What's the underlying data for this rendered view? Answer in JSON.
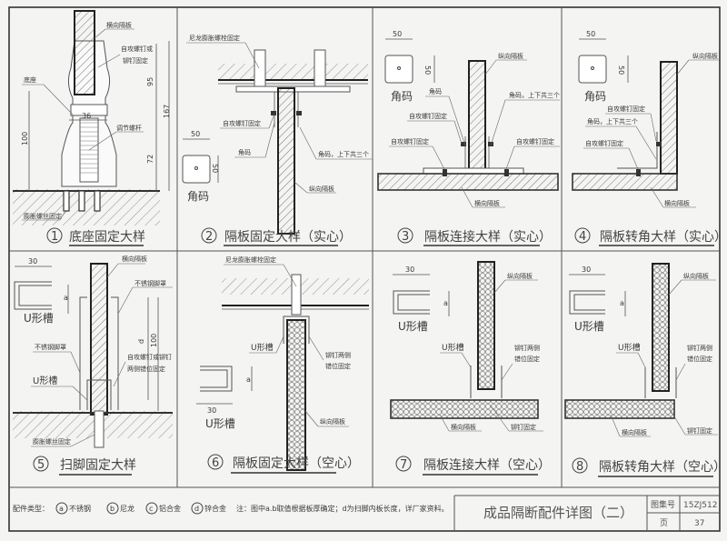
{
  "sheet": {
    "title": "成品隔断配件详图（二）",
    "atlas_label": "图集号",
    "atlas_no": "15ZJ512",
    "page_label": "页",
    "page_no": "37"
  },
  "legend": {
    "prefix": "配件类型：",
    "items": [
      {
        "symbol": "a",
        "label": "不锈钢"
      },
      {
        "symbol": "b",
        "label": "尼龙"
      },
      {
        "symbol": "c",
        "label": "铝合金"
      },
      {
        "symbol": "d",
        "label": "锌合金"
      }
    ],
    "note": "注：图中a.b取值根据板厚确定；d为扫脚内板长度，详厂家资料。"
  },
  "details": [
    {
      "num": "1",
      "caption": "底座固定大样",
      "labels": {
        "panel": "横向隔板",
        "screw": "自攻螺钉或",
        "screw2": "铆钉固定",
        "base": "底座",
        "rod": "调节螺杆",
        "anchor": "膨胀螺丝固定"
      },
      "dims": {
        "width": "36",
        "h1": "95",
        "h2": "167",
        "h3": "72",
        "h4": "100"
      }
    },
    {
      "num": "2",
      "caption": "隔板固定大样（实心）",
      "labels": {
        "anchor": "尼龙膨胀螺栓固定",
        "screw": "自攻螺钉固定",
        "corner": "角码",
        "corner3": "角码，上下共三个",
        "panel": "纵向隔板",
        "corner_title": "角码"
      },
      "dims": {
        "w": "50",
        "h": "50"
      }
    },
    {
      "num": "3",
      "caption": "隔板连接大样（实心）",
      "labels": {
        "panel_v": "纵向隔板",
        "corner": "角码",
        "corner3": "角码，上下共三个",
        "screw_a": "自攻螺钉固定",
        "screw_l": "自攻螺钉固定",
        "screw_r": "自攻螺钉固定",
        "panel_h": "横向隔板",
        "corner_title": "角码"
      },
      "dims": {
        "w": "50",
        "h": "50"
      }
    },
    {
      "num": "4",
      "caption": "隔板转角大样（实心）",
      "labels": {
        "panel_v": "纵向隔板",
        "screw_a": "自攻螺钉固定",
        "corner3": "角码，上下共三个",
        "screw_b": "自攻螺钉固定",
        "panel_h": "横向隔板",
        "corner_title": "角码"
      },
      "dims": {
        "w": "50",
        "h": "50"
      }
    },
    {
      "num": "5",
      "caption": "扫脚固定大样",
      "labels": {
        "panel": "横向隔板",
        "cover_r": "不锈钢脚罩",
        "cover_l": "不锈钢脚罩",
        "ugroove": "U形槽",
        "rivet1": "自攻螺钉或铆钉",
        "rivet2": "两侧错位固定",
        "anchor": "膨胀螺丝固定",
        "u_title": "U形槽"
      },
      "dims": {
        "w": "30",
        "a": "a",
        "d": "d",
        "h": "100"
      }
    },
    {
      "num": "6",
      "caption": "隔板固定大样（空心）",
      "labels": {
        "anchor": "尼龙膨胀螺栓固定",
        "ugroove": "U形槽",
        "rivet1": "铆钉两侧",
        "rivet2": "错位固定",
        "panel": "纵向隔板",
        "u_title": "U形槽"
      },
      "dims": {
        "w": "30",
        "a": "a"
      }
    },
    {
      "num": "7",
      "caption": "隔板连接大样（空心）",
      "labels": {
        "panel_v": "纵向隔板",
        "ugroove": "U形槽",
        "rivet1": "铆钉两侧",
        "rivet2": "错位固定",
        "panel_h": "横向隔板",
        "rivet": "铆钉固定",
        "u_title": "U形槽"
      },
      "dims": {
        "w": "30",
        "a": "a"
      }
    },
    {
      "num": "8",
      "caption": "隔板转角大样（空心）",
      "labels": {
        "panel_v": "纵向隔板",
        "ugroove": "U形槽",
        "rivet1": "铆钉两侧",
        "rivet2": "错位固定",
        "panel_h": "横向隔板",
        "rivet": "铆钉固定",
        "u_title": "U形槽"
      },
      "dims": {
        "w": "30",
        "a": "a"
      }
    }
  ]
}
